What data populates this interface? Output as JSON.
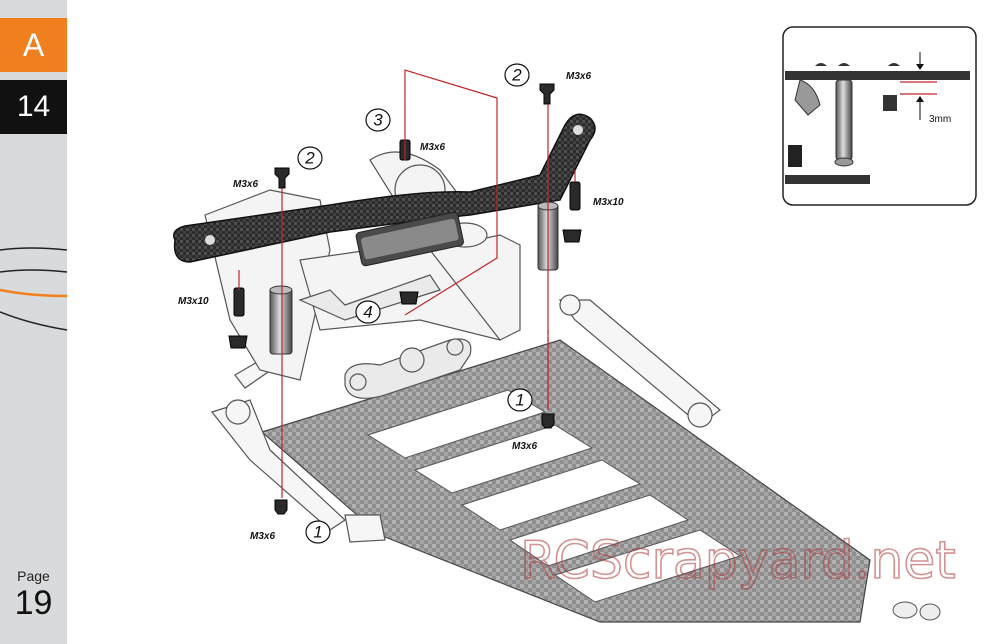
{
  "sidebar": {
    "section": "A",
    "step": "14",
    "page_label": "Page",
    "page_number": "19"
  },
  "callouts": {
    "screw_m3x6": "M3x6",
    "screw_m3x10": "M3x10",
    "step_1": "1",
    "step_2": "2",
    "step_3": "3",
    "step_4": "4"
  },
  "detail": {
    "gap": "3mm"
  },
  "watermark": "RCScrapyard.net",
  "colors": {
    "section_tab": "#f07f1e",
    "step_tab": "#111111",
    "guide_line": "#c0262c",
    "sidebar": "#d9dadb"
  }
}
